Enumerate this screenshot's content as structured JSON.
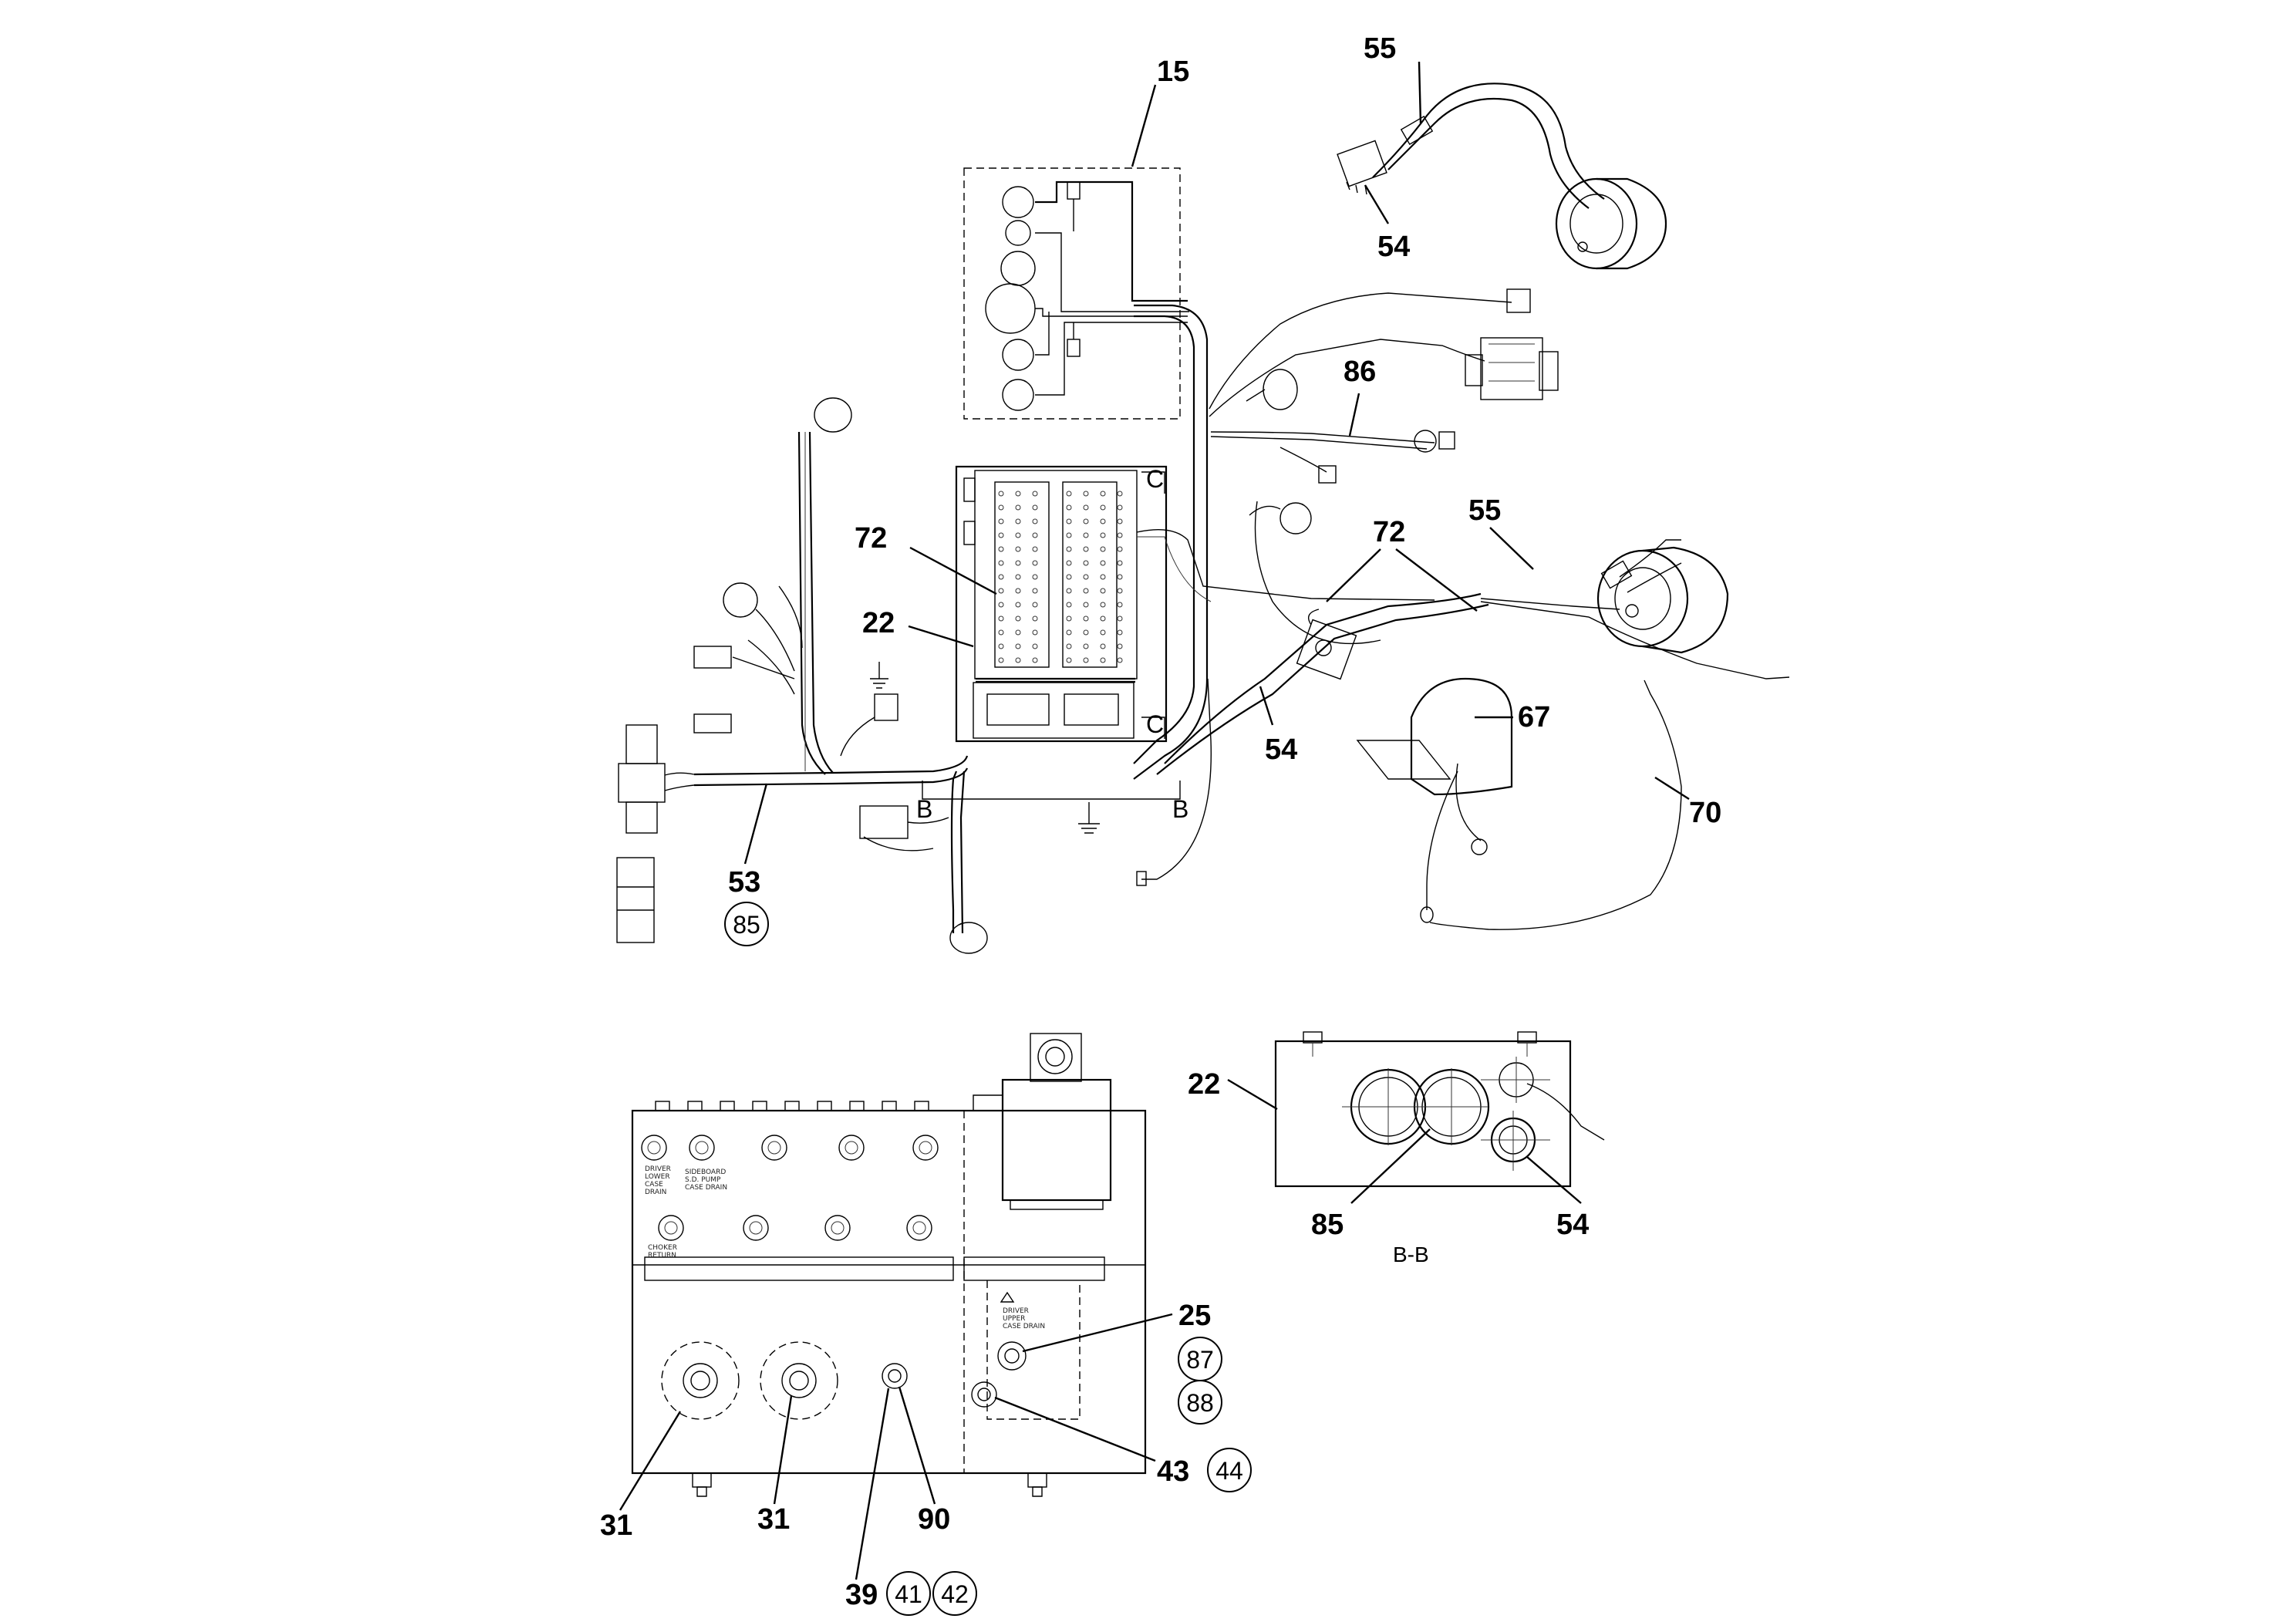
{
  "callouts": {
    "c15": "15",
    "c55a": "55",
    "c54a": "54",
    "c86": "86",
    "c72a": "72",
    "c22a": "22",
    "c72b": "72",
    "c55b": "55",
    "c54b": "54",
    "c67": "67",
    "c70": "70",
    "c53": "53",
    "c85a": "85",
    "c22b": "22",
    "c85b": "85",
    "c54c": "54",
    "c25": "25",
    "c87": "87",
    "c88": "88",
    "c43": "43",
    "c44": "44",
    "c31a": "31",
    "c31b": "31",
    "c90": "90",
    "c39": "39",
    "c41": "41",
    "c42": "42"
  },
  "section_marks": {
    "b_left": "B",
    "b_right": "B",
    "c_top": "C",
    "c_bottom": "C"
  },
  "section_caption": "B-B"
}
